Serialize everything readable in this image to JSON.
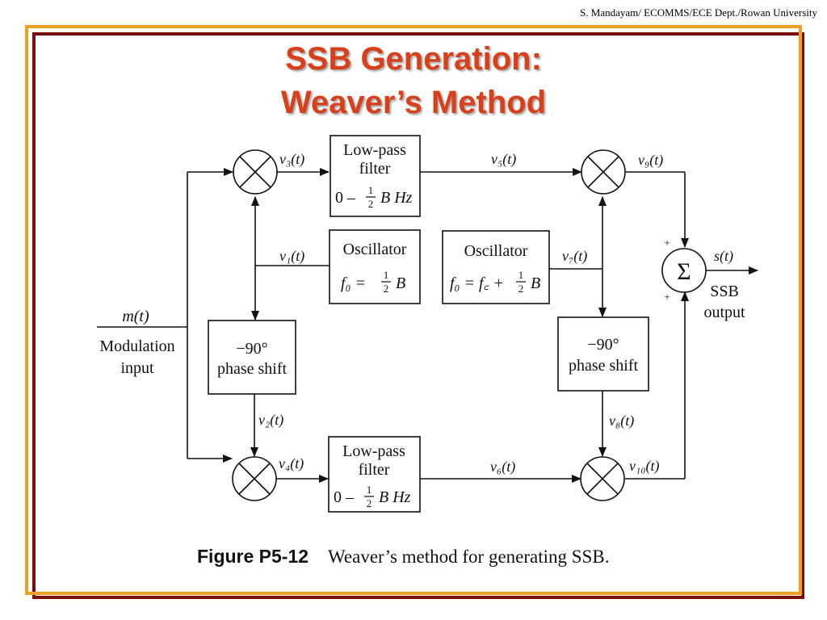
{
  "credit": "S. Mandayam/ ECOMMS/ECE Dept./Rowan University",
  "title": {
    "line1": "SSB Generation:",
    "line2": "Weaver’s Method"
  },
  "diagram": {
    "input_signal": "m(t)",
    "input_label_1": "Modulation",
    "input_label_2": "input",
    "lpf_top": {
      "line1": "Low-pass",
      "line2": "filter",
      "range_prefix": "0 –",
      "frac_num": "1",
      "frac_den": "2",
      "range_suffix": "B Hz"
    },
    "lpf_bottom": {
      "line1": "Low-pass",
      "line2": "filter",
      "range_prefix": "0 –",
      "frac_num": "1",
      "frac_den": "2",
      "range_suffix": "B Hz"
    },
    "osc_left": {
      "line1": "Oscillator",
      "eq_prefix": "f₀ =",
      "frac_num": "1",
      "frac_den": "2",
      "eq_suffix": "B"
    },
    "osc_right": {
      "line1": "Oscillator",
      "eq_prefix": "f₀ = f꜀ +",
      "frac_num": "1",
      "frac_den": "2",
      "eq_suffix": "B"
    },
    "phase_left": {
      "line1": "−90°",
      "line2": "phase shift"
    },
    "phase_right": {
      "line1": "−90°",
      "line2": "phase shift"
    },
    "summer_symbol": "Σ",
    "summer_plus_top": "+",
    "summer_plus_bottom": "+",
    "signals": {
      "v1": "v₁(t)",
      "v2": "v₂(t)",
      "v3": "v₃(t)",
      "v4": "v₄(t)",
      "v5": "v₅(t)",
      "v6": "v₆(t)",
      "v7": "v₇(t)",
      "v8": "v₈(t)",
      "v9": "v₉(t)",
      "v10": "v₁₀(t)"
    },
    "output_signal": "s(t)",
    "output_label_1": "SSB",
    "output_label_2": "output"
  },
  "caption": {
    "figure": "Figure P5-12",
    "text": "Weaver’s method for generating SSB."
  },
  "colors": {
    "title": "#d9401a",
    "frame_outer": "#7a0f0f",
    "frame_gold": "#f0a020"
  }
}
